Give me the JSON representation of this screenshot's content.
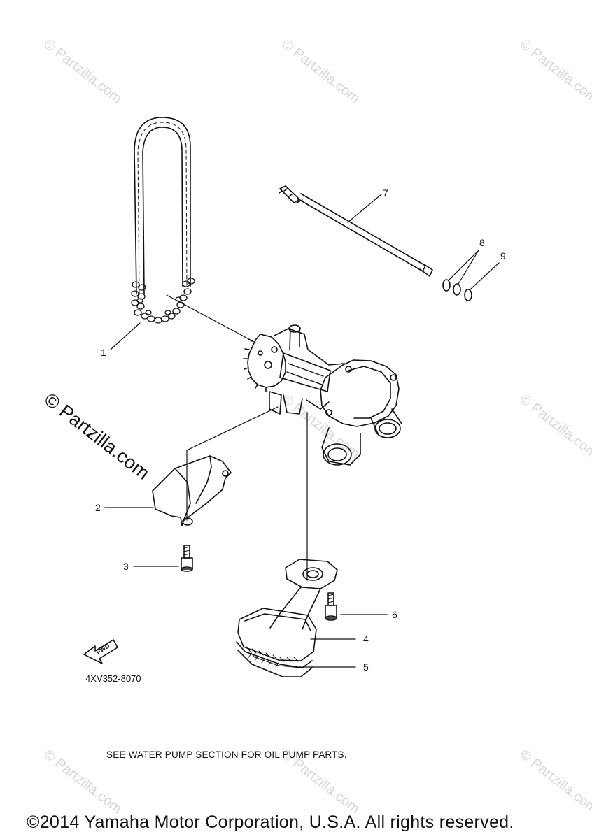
{
  "watermark": {
    "text": "© Partzilla.com",
    "prominent_text": "© Partzilla.com"
  },
  "callouts": [
    "1",
    "2",
    "3",
    "4",
    "5",
    "6",
    "7",
    "8",
    "9"
  ],
  "arrow_label": "FWD",
  "diagram_code": "4XV352-8070",
  "note": "SEE WATER PUMP SECTION FOR OIL PUMP PARTS.",
  "copyright": "©2014 Yamaha Motor Corporation, U.S.A. All rights reserved.",
  "colors": {
    "line": "#111111",
    "watermark": "#d6d6d6"
  }
}
